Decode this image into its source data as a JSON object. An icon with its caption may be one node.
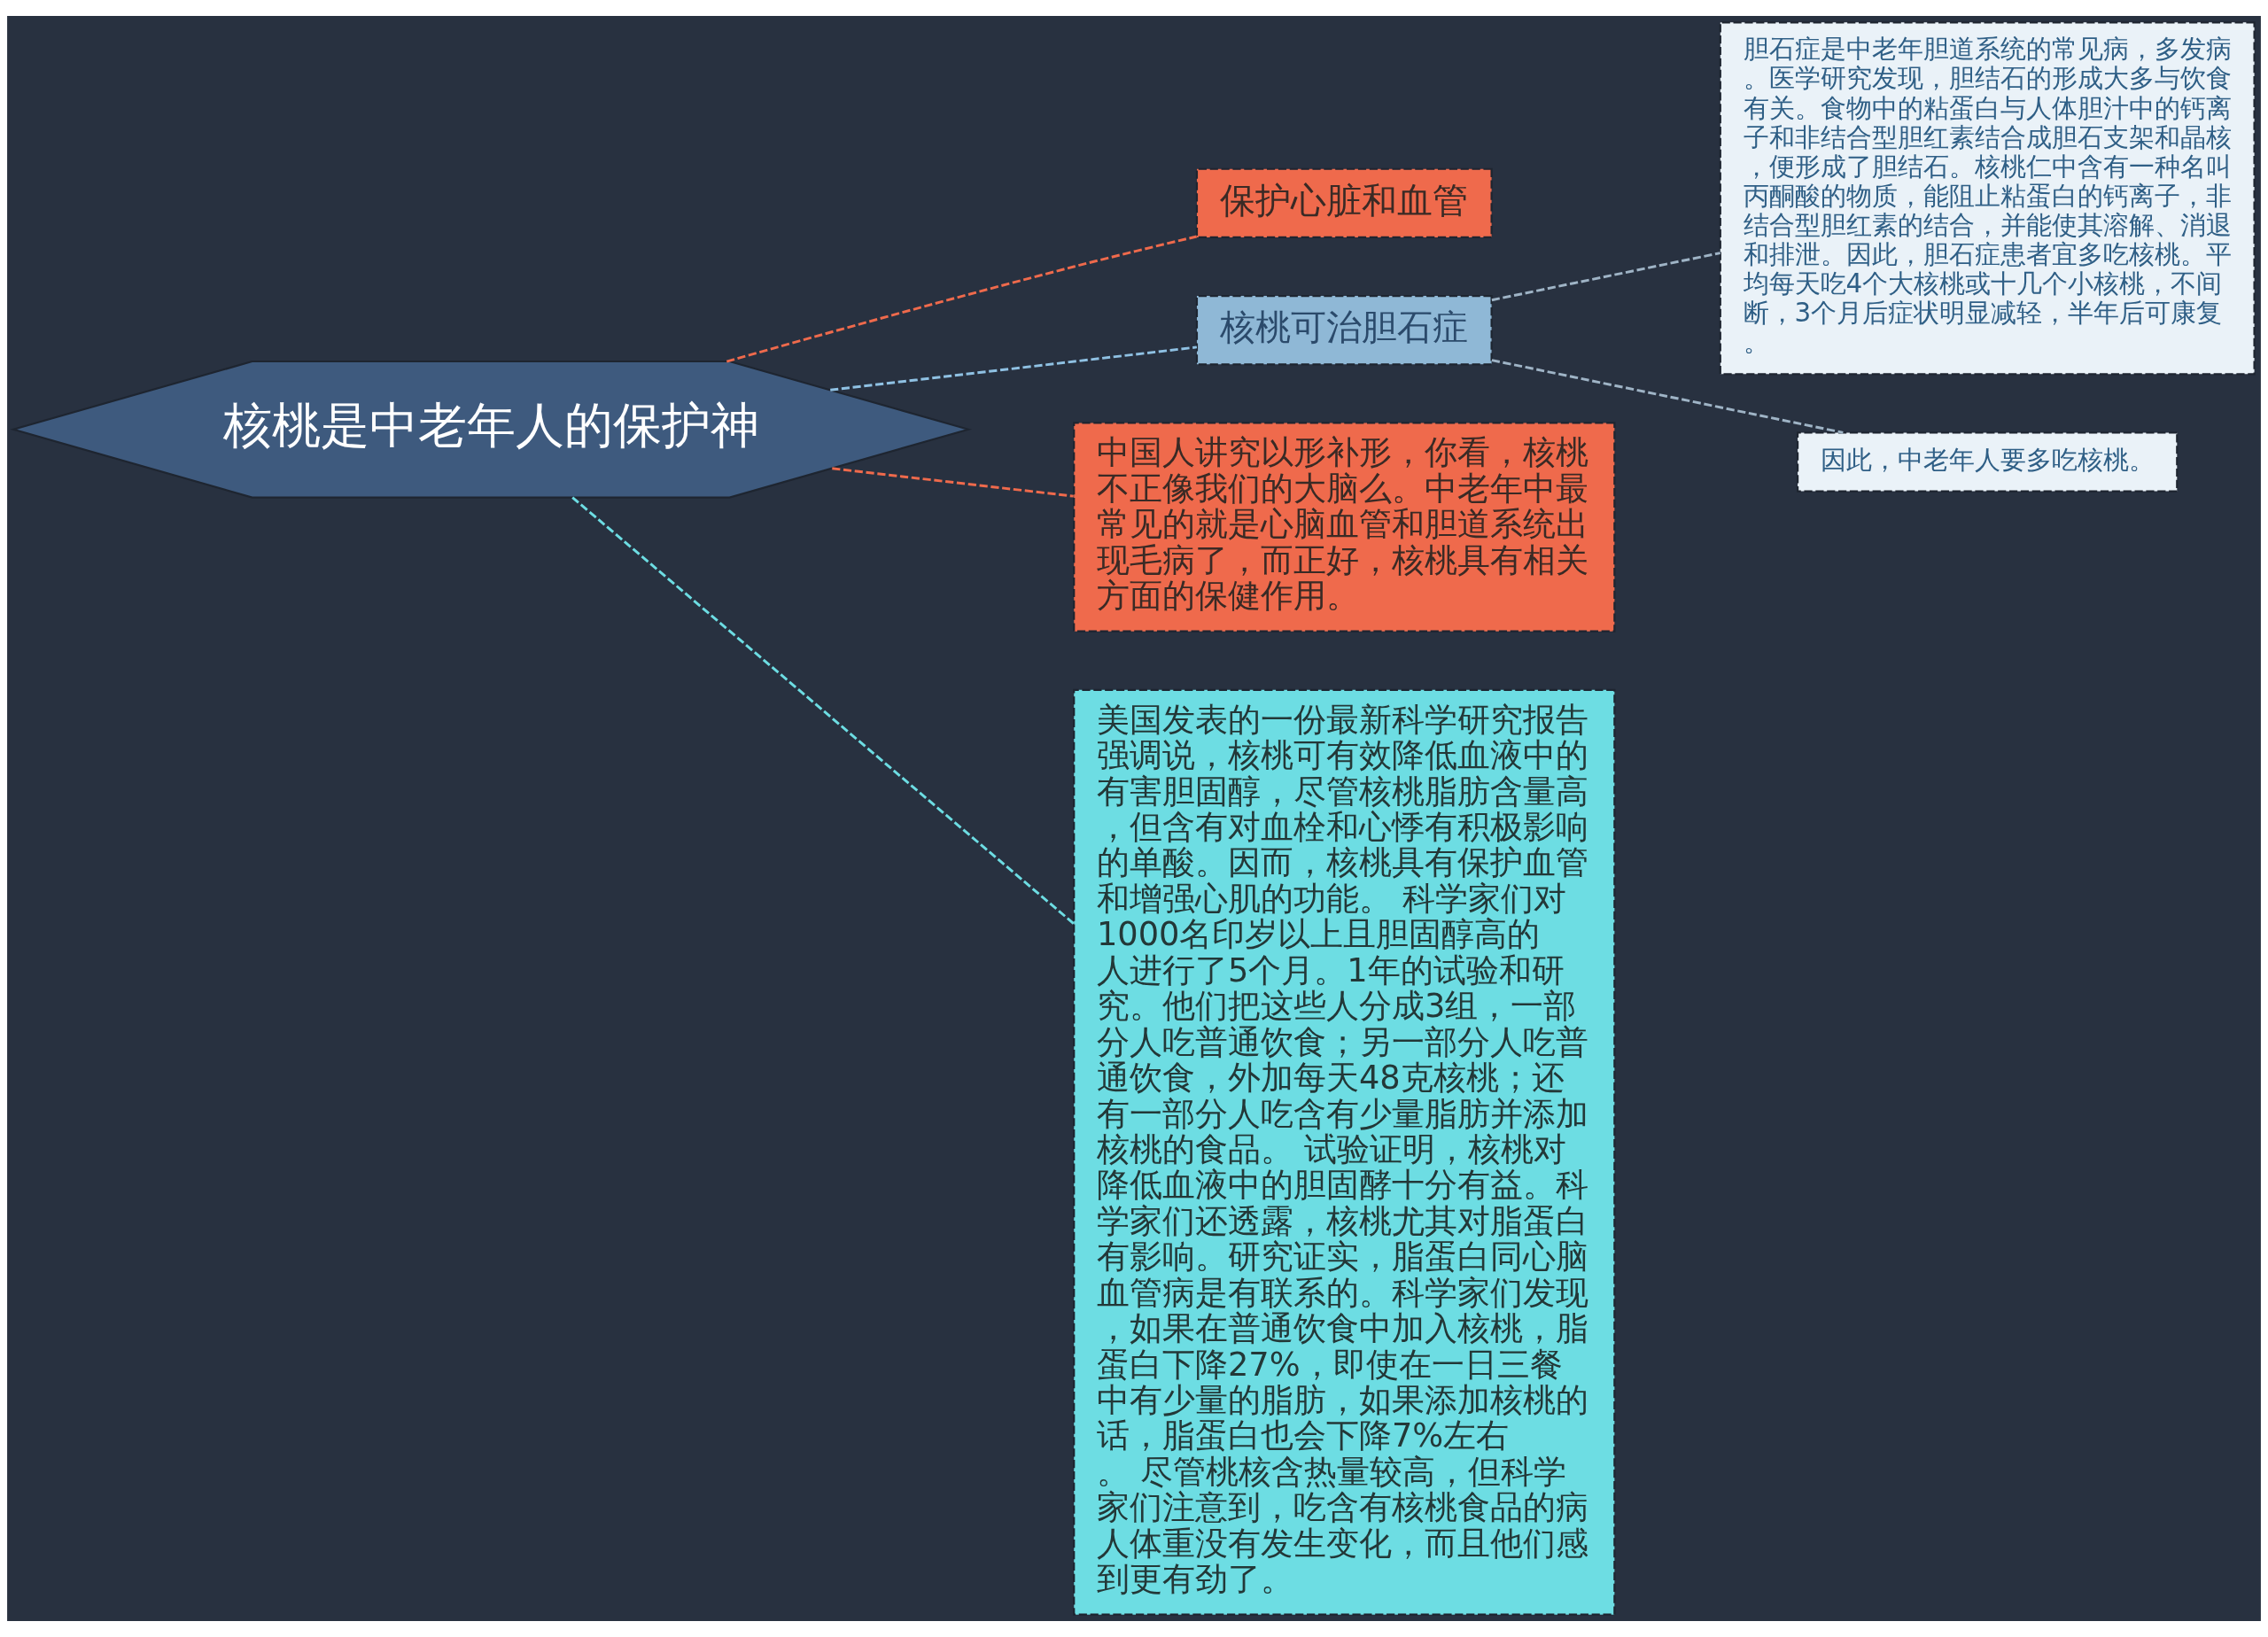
{
  "diagram": {
    "nodes": [
      {
        "text": [
          "核桃是中老年人的保护神"
        ]
      },
      {
        "text": [
          "保护心脏和血管"
        ]
      },
      {
        "text": [
          "核桃可治胆石症"
        ]
      },
      {
        "text": [
          "胆石症是中老年胆道系统的常见病，多发病。医学研究发现，胆结石的形成大多与饮食有关。食物中的粘蛋白与人体胆汁中的钙离子和非结合型胆红素结合成胆石支架和晶核，便形成了胆结石。核桃仁中含有一种名叫丙酮酸的物质，能阻止粘蛋白的钙离子，非结合型胆红素的结合，并能使其溶解、消退和排泄。因此，胆石症患者宜多吃核桃。平均每天吃4个大核桃或十几个小核桃，不间断，3个月后症状明显减轻，半年后可康复。"
        ]
      },
      {
        "text": [
          "因此，中老年人要多吃核桃。"
        ]
      },
      {
        "text": [
          "中国人讲究以形补形，你看，核桃不正像我们的大脑么。中老年中最常见的就是心脑血管和胆道系统出现毛病了，而正好，核桃具有相关方面的保健作用。"
        ]
      },
      {
        "text": [
          "美国发表的一份最新科学研究报告强调说，核桃可有效降低血液中的有害胆固醇，尽管核桃脂肪含量高，但含有对血栓和心悸有积极影响的单酸。因而，核桃具有保护血管和增强心肌的功能。 科学家们对1000名印岁以上且胆固醇高的人进行了5个月。1年的试验和研究。他们把这些人分成3组，一部分人吃普通饮食；另一部分人吃普通饮食，外加每天48克核桃；还有一部分人吃含有少量脂肪并添加核桃的食品。 试验证明，核桃对降低血液中的胆固酵十分有益。科学家们还透露，核桃尤其对脂蛋白有影响。研究证实，脂蛋白同心脑血管病是有联系的。科学家们发现，如果在普通饮食中加入核桃，脂蛋白下降27%，即使在一日三餐中有少量的脂肪，如果添加核桃的话，脂蛋白也会下降7%左右。 尽管桃核含热量较高，但科学家们注意到，吃含有核桃食品的病人体重没有发生变化，而且他们感到更有劲了。"
        ]
      }
    ],
    "edges": [
      {
        "from": 0,
        "to": 1,
        "arrow": "none",
        "style": "dashed",
        "color": "#ef6a4c"
      },
      {
        "from": 0,
        "to": 2,
        "arrow": "none",
        "style": "dashed",
        "color": "#8fc1e3"
      },
      {
        "from": 2,
        "to": 3,
        "arrow": "none",
        "style": "dashed",
        "color": "#9fb4c6"
      },
      {
        "from": 2,
        "to": 4,
        "arrow": "none",
        "style": "dashed",
        "color": "#9fb4c6"
      },
      {
        "from": 0,
        "to": 5,
        "arrow": "none",
        "style": "dashed",
        "color": "#ef6a4c"
      },
      {
        "from": 0,
        "to": 6,
        "arrow": "none",
        "style": "dashed",
        "color": "#6ddde3"
      }
    ]
  }
}
